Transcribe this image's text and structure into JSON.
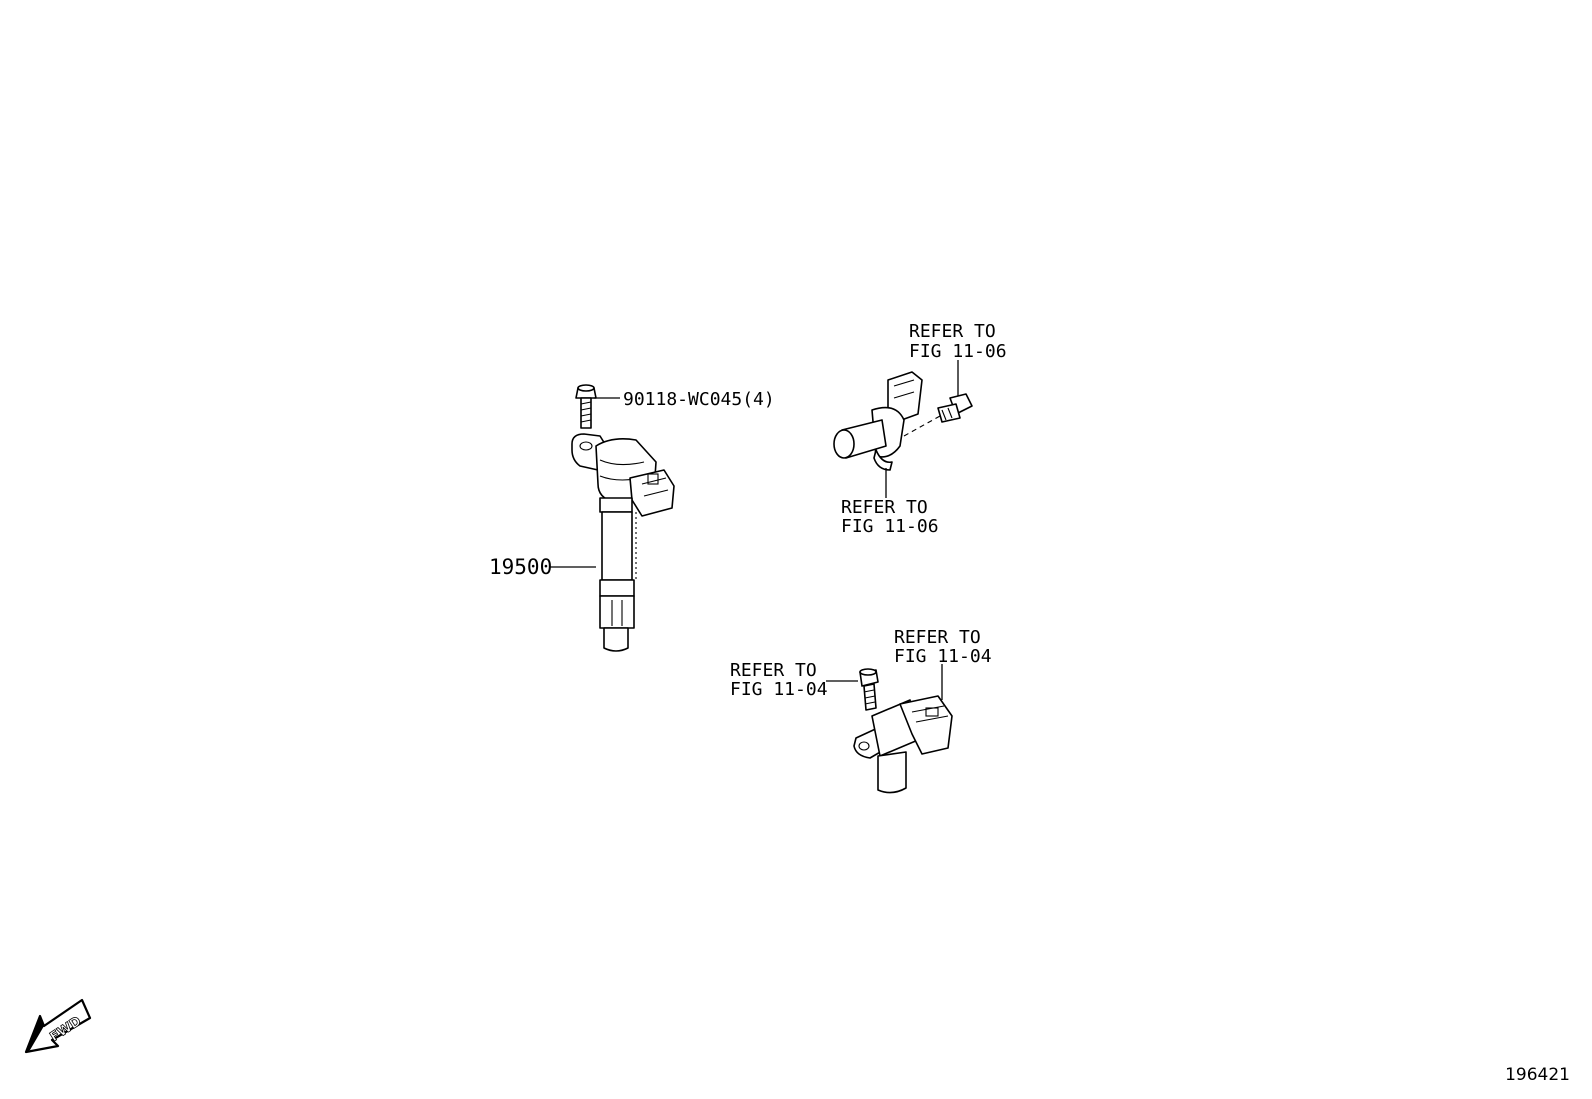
{
  "diagram": {
    "labels": {
      "bolt_part_number": "90118-WC045(4)",
      "coil_part_number": "19500",
      "cam_sensor_ref_top_line1": "REFER TO",
      "cam_sensor_ref_top_line2": "FIG 11-06",
      "cam_sensor_ref_bottom_line1": "REFER TO",
      "cam_sensor_ref_bottom_line2": "FIG 11-06",
      "crank_sensor_ref_left_line1": "REFER TO",
      "crank_sensor_ref_left_line2": "FIG 11-04",
      "crank_sensor_ref_right_line1": "REFER TO",
      "crank_sensor_ref_right_line2": "FIG 11-04"
    },
    "fwd_label": "FWD",
    "figure_id": "196421"
  }
}
